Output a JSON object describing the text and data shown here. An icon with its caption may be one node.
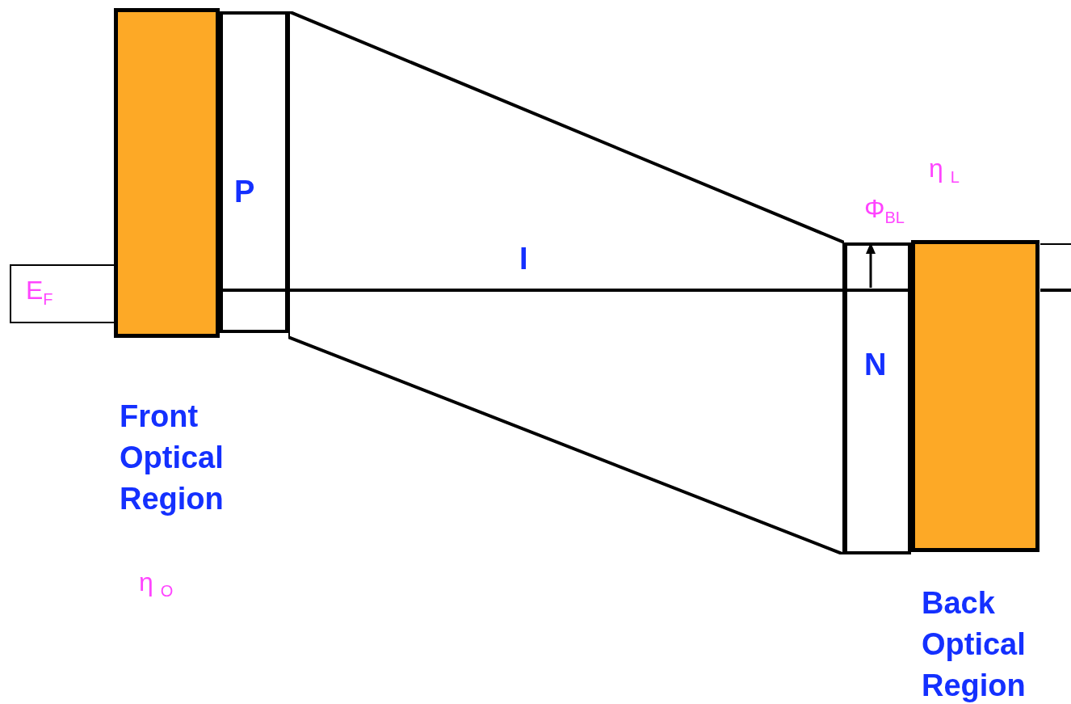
{
  "diagram": {
    "nodes": [
      {
        "text": [
          "E$_{F}$"
        ]
      },
      {
        "text": [
          "Front Optical Region"
        ]
      },
      {
        "text": [
          "P"
        ]
      },
      {
        "text": [
          "I"
        ]
      },
      {
        "text": [
          "N"
        ]
      },
      {
        "text": [
          "Back Optical Region"
        ]
      }
    ],
    "labels": [
      "Φ$_{BL}$",
      "η $_{L}$",
      "η $_{O}$"
    ]
  }
}
